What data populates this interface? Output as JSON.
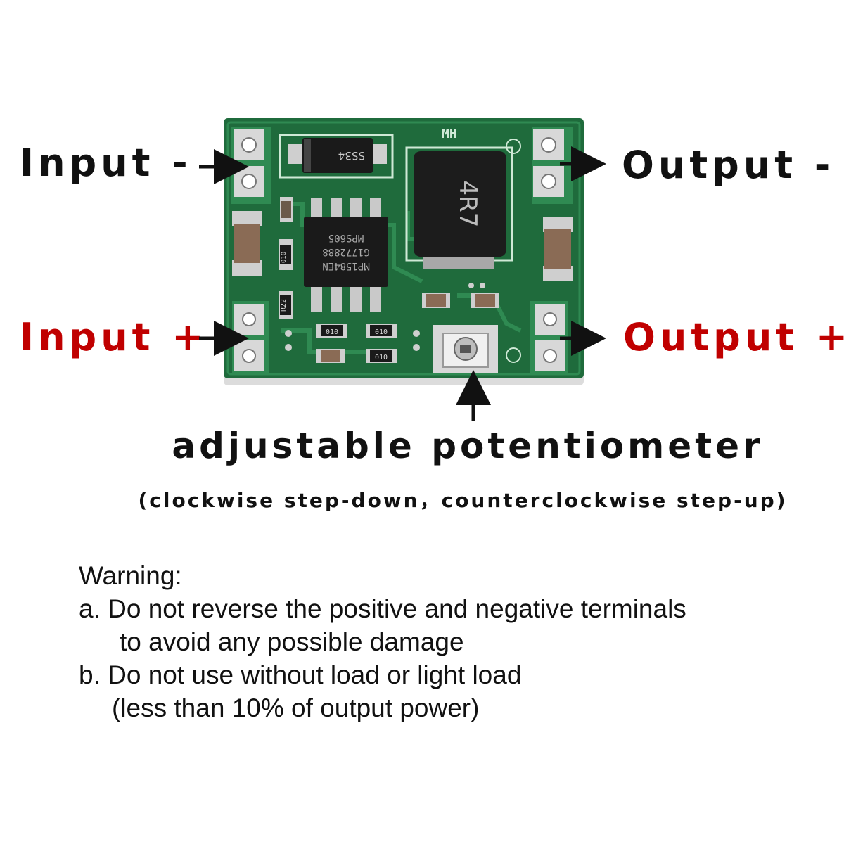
{
  "labels": {
    "input_neg": "Input -",
    "input_pos": "Input +",
    "output_neg": "Output -",
    "output_pos": "Output +",
    "pot_title": "adjustable potentiometer",
    "pot_subtitle": "(clockwise step-down，counterclockwise step-up)"
  },
  "board": {
    "markings": {
      "silkscreen": "MH",
      "diode": "SS34",
      "inductor": "4R7",
      "ic_line1": "MP1584EN",
      "ic_line2": "G1772888",
      "ic_line3": "MPS605",
      "resistor": "R22",
      "smd_a": "010",
      "smd_b": "010",
      "smd_c": "010",
      "smd_d": "010"
    },
    "colors": {
      "pcb": "#1f6b3c",
      "pad": "#d8d8d8",
      "component": "#1a1a1a"
    }
  },
  "warning": {
    "title": "Warning:",
    "line_a1": "a. Do not reverse the positive and negative terminals",
    "line_a2": "to avoid any possible damage",
    "line_b1": "b. Do not use without load or light load",
    "line_b2": "(less than 10% of output power)"
  },
  "colors": {
    "positive_label": "#c00000",
    "negative_label": "#111111"
  }
}
